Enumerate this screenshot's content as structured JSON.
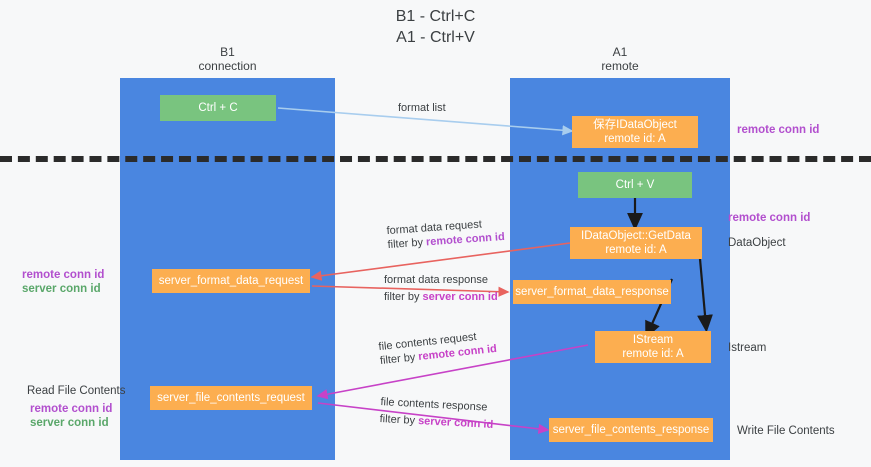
{
  "title": "B1 - Ctrl+C\nA1 - Ctrl+V",
  "columns": {
    "left": {
      "name": "B1",
      "role": "connection",
      "label": "B1\nconnection"
    },
    "right": {
      "name": "A1",
      "role": "remote",
      "label": "A1\nremote"
    }
  },
  "nodes": {
    "ctrl_c": {
      "label": "Ctrl + C",
      "color": "#79c47f"
    },
    "ctrl_v": {
      "label": "Ctrl + V",
      "color": "#79c47f"
    },
    "save_dataobject": {
      "line1": "保存IDataObject",
      "line2": "remote id: A",
      "color": "#fcae50"
    },
    "getdata": {
      "line1": "IDataObject::GetData",
      "line2": "remote id: A",
      "color": "#fcae50"
    },
    "istream": {
      "line1": "IStream",
      "line2": "remote id: A",
      "color": "#fcae50"
    },
    "server_format_data_request": {
      "label": "server_format_data_request",
      "color": "#fcae50"
    },
    "server_format_data_response": {
      "label": "server_format_data_response",
      "color": "#fcae50"
    },
    "server_file_contents_request": {
      "label": "server_file_contents_request",
      "color": "#fcae50"
    },
    "server_file_contents_response": {
      "label": "server_file_contents_response",
      "color": "#fcae50"
    }
  },
  "edges": {
    "format_list": {
      "line1": "format list",
      "arrow_color": "#a8cdee"
    },
    "format_data_request": {
      "line1": "format data request",
      "line2_prefix": "filter by ",
      "line2_highlight": "remote conn id",
      "arrow_color": "#e8635f"
    },
    "format_data_response": {
      "line1": "format data response",
      "line2_prefix": "filter by ",
      "line2_highlight": "server conn id",
      "arrow_color": "#e8635f"
    },
    "file_contents_request": {
      "line1": "file contents request",
      "line2_prefix": "filter by ",
      "line2_highlight": "remote conn id",
      "arrow_color": "#c742c7"
    },
    "file_contents_response": {
      "line1": "file contents response",
      "line2_prefix": "filter by ",
      "line2_highlight": "server conn id",
      "arrow_color": "#c742c7"
    }
  },
  "captions": {
    "right_top_remote_conn_id": "remote conn id",
    "right_mid_remote_conn_id": "remote conn id",
    "right_dataobject": "DataObject",
    "right_istream": "Istream",
    "right_write_file_contents": "Write File Contents",
    "left_remote_conn_id_mid": "remote conn id",
    "left_server_conn_id_mid": "server conn id",
    "left_read_file_contents": "Read File Contents",
    "left_remote_conn_id_bottom": "remote conn id",
    "left_server_conn_id_bottom": "server conn id"
  },
  "colors": {
    "lane": "#4a86e0",
    "green_node": "#79c47f",
    "orange_node": "#fcae50",
    "purple_text": "#b24fce",
    "green_text": "#5aa76a",
    "magenta_arrow": "#c742c7",
    "red_arrow": "#e8635f",
    "blue_arrow": "#a8cdee",
    "divider": "#2b2b2b",
    "background": "#f7f8f9"
  }
}
